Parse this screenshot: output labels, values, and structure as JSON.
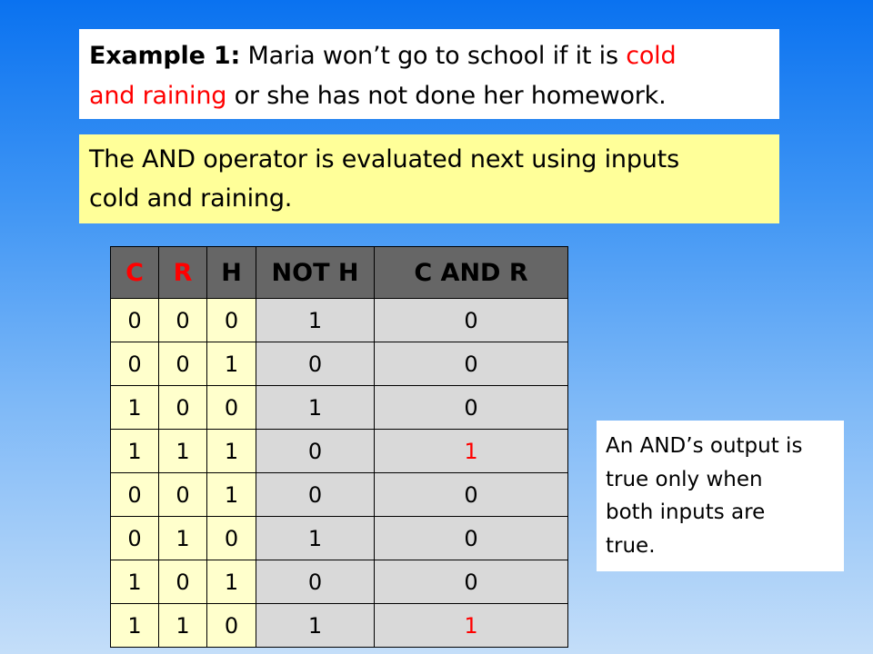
{
  "example": {
    "label": "Example 1:",
    "text_1": " Maria won’t go to school if it is ",
    "highlight_1": "cold",
    "highlight_2": "and raining",
    "text_2": " or she has not done her homework."
  },
  "and_note": {
    "line_1": "The AND operator is evaluated next using inputs",
    "line_2": "cold and raining."
  },
  "side_note": {
    "lines": [
      "An AND’s output is",
      "true only when",
      "both inputs are",
      "true."
    ]
  },
  "colors": {
    "highlight": "#ff0000",
    "header_bg": "#666666",
    "input_cell_bg": "#ffffcc",
    "computed_cell_bg": "#d9d9d9",
    "and_box_bg": "#ffff99"
  },
  "table": {
    "headers": [
      "C",
      "R",
      "H",
      "NOT H",
      "C AND R"
    ],
    "rows": [
      [
        "0",
        "0",
        "0",
        "1",
        "0"
      ],
      [
        "0",
        "0",
        "1",
        "0",
        "0"
      ],
      [
        "1",
        "0",
        "0",
        "1",
        "0"
      ],
      [
        "1",
        "1",
        "1",
        "0",
        "1"
      ],
      [
        "0",
        "0",
        "1",
        "0",
        "0"
      ],
      [
        "0",
        "1",
        "0",
        "1",
        "0"
      ],
      [
        "1",
        "0",
        "1",
        "0",
        "0"
      ],
      [
        "1",
        "1",
        "0",
        "1",
        "1"
      ]
    ]
  }
}
